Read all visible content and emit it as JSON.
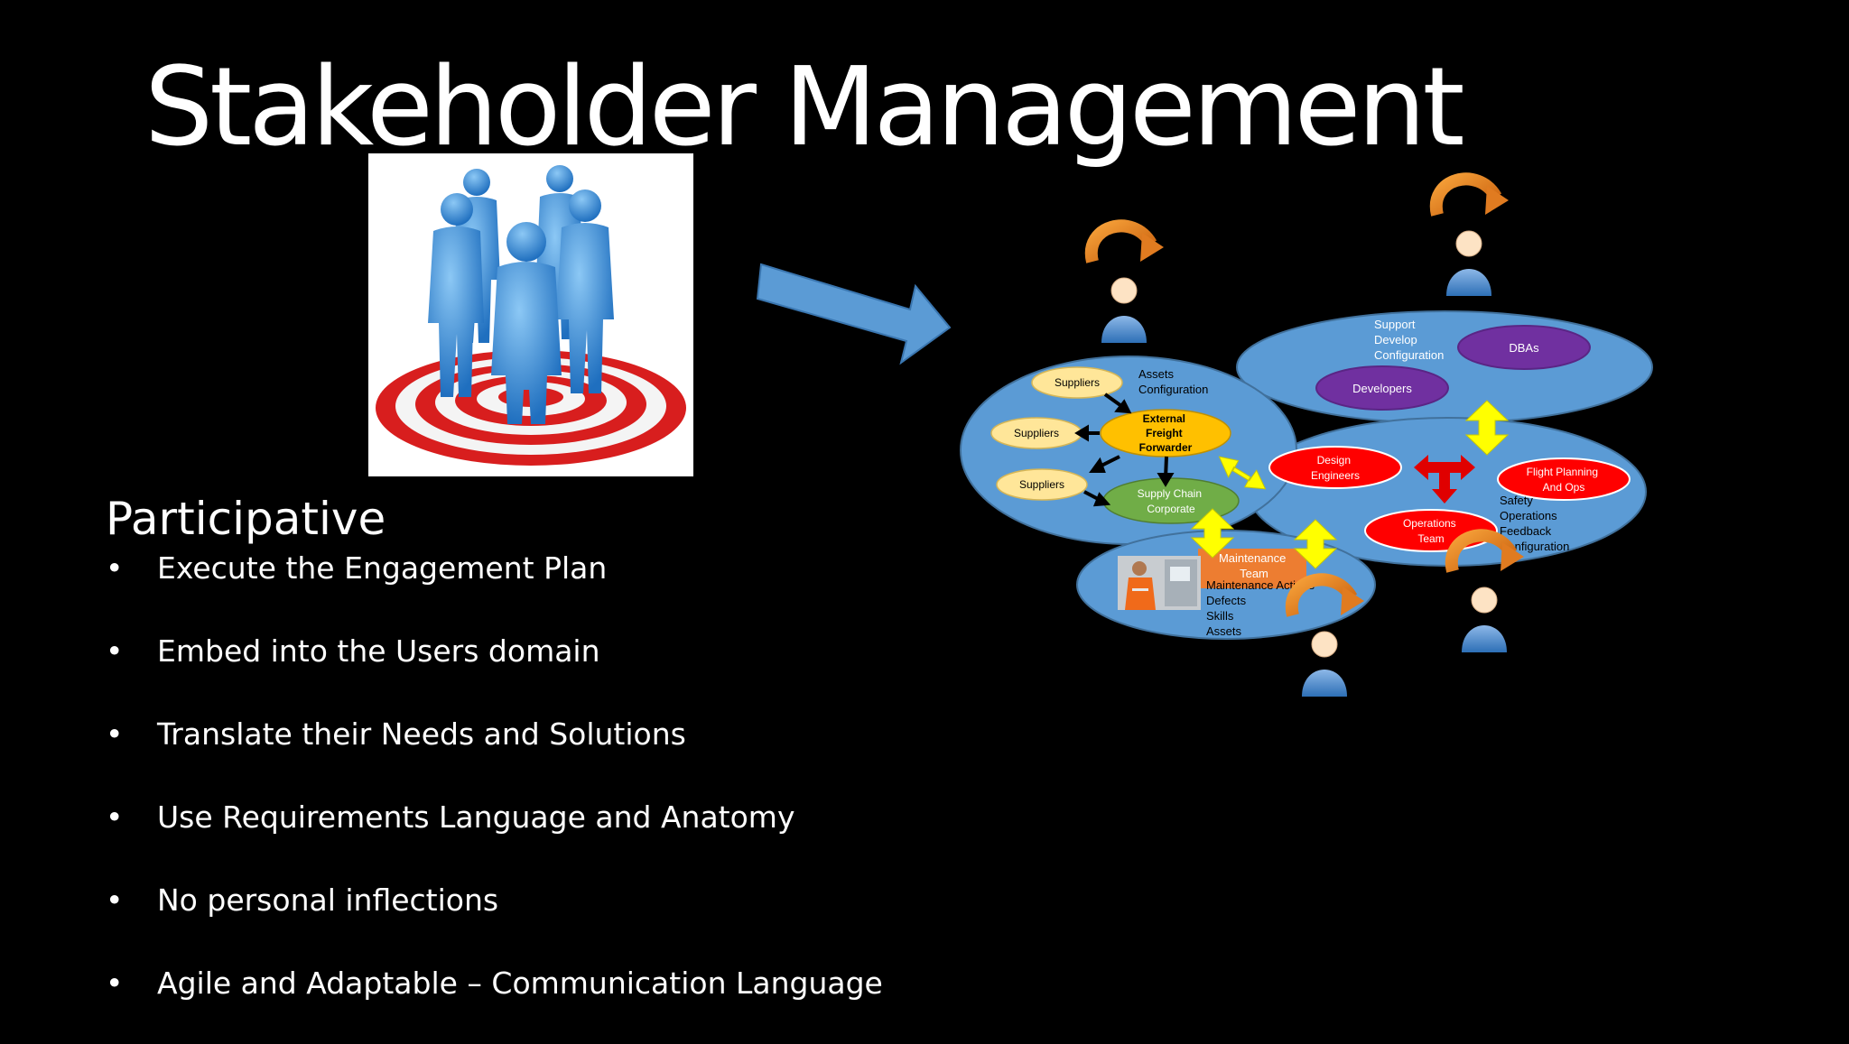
{
  "slide": {
    "title": "Stakeholder Management",
    "subheading": "Participative",
    "bullets": [
      "Execute the Engagement Plan",
      "Embed into the Users domain",
      "Translate their Needs and Solutions",
      "Use Requirements Language and Anatomy",
      "No personal inflections",
      "Agile and Adaptable – Communication Language"
    ],
    "bullet_glyph": "•"
  },
  "diagram": {
    "supply": {
      "suppliers": [
        "Suppliers",
        "Suppliers",
        "Suppliers"
      ],
      "notes": [
        "Assets",
        "Configuration"
      ],
      "freight": [
        "External",
        "Freight",
        "Forwarder"
      ],
      "supply_chain": [
        "Supply Chain",
        "Corporate"
      ]
    },
    "it": {
      "notes": [
        "Support",
        "Develop",
        "Configuration"
      ],
      "dbas": "DBAs",
      "developers": "Developers"
    },
    "ops": {
      "design": [
        "Design",
        "Engineers"
      ],
      "flight": [
        "Flight Planning",
        "And Ops"
      ],
      "operations": [
        "Operations",
        "Team"
      ],
      "notes": [
        "Safety",
        "Operations",
        "Feedback",
        "Configuration"
      ]
    },
    "maintenance": {
      "team": [
        "Maintenance",
        "Team"
      ],
      "notes": [
        "Maintenance Actions",
        "Defects",
        "Skills",
        "Assets"
      ]
    }
  },
  "colors": {
    "background": "#000000",
    "ellipse_blue": "#5b9bd5",
    "arrow_blue": "#5b9bd5",
    "supplier_fill": "#ffe699",
    "freight_fill": "#ffc000",
    "supply_chain_fill": "#70ad47",
    "purple": "#7030a0",
    "red": "#ff0000",
    "orange": "#ed7d31",
    "yellow": "#ffff00",
    "target_red": "#e02020",
    "figure_blue": "#3d8fd8"
  }
}
